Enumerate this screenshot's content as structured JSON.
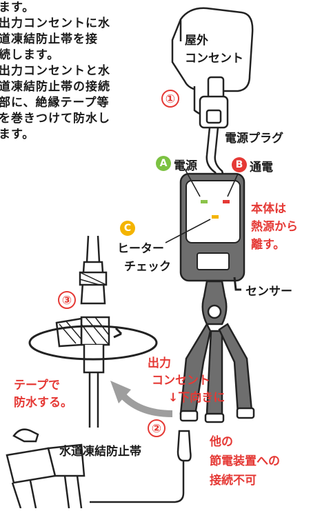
{
  "instructions": {
    "lines": [
      "ます。",
      "出力コンセントに水",
      "道凍結防止帯を接",
      "続します。",
      "出力コンセントと水",
      "道凍結防止帯の接続",
      "部に、絶縁テープ等",
      "を巻きつけて防水し",
      "ます。"
    ]
  },
  "labels": {
    "outdoor_outlet_1": "屋外",
    "outdoor_outlet_2": "コンセント",
    "step1": "①",
    "power_plug": "電源プラグ",
    "badge_a": "A",
    "power": "電源",
    "badge_b": "B",
    "energized": "通電",
    "away_1": "本体は",
    "away_2": "熱源から",
    "away_3": "離す。",
    "badge_c": "C",
    "heater_check_1": "ヒーター",
    "heater_check_2": "チェック",
    "sensor": "センサー",
    "step3": "③",
    "output_1": "出力",
    "output_2": "コンセント",
    "output_3": "↓下向きに",
    "tape_1": "テープで",
    "tape_2": "防水する。",
    "step2": "②",
    "heater_band": "水道凍結防止帯",
    "other_1": "他の",
    "other_2": "節電装置への",
    "other_3": "接続不可"
  },
  "colors": {
    "accent_red": "#e53935",
    "badge_a": "#7cc242",
    "badge_b": "#e53935",
    "badge_c": "#f4b400",
    "led_green": "#8bc34a",
    "led_red": "#e53935",
    "led_yellow": "#f4b400"
  }
}
